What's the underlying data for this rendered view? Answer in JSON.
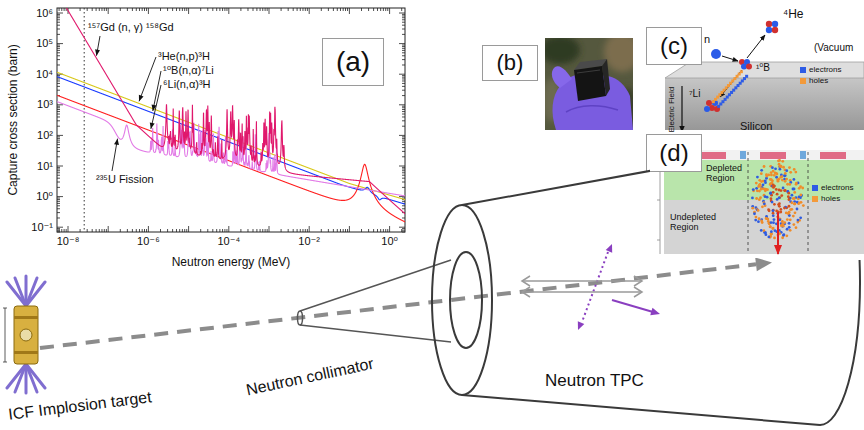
{
  "diagram": {
    "nodes": [
      {
        "text": [
          "(a)"
        ]
      },
      {
        "text": [
          "(b)"
        ]
      },
      {
        "text": [
          "(c)"
        ]
      },
      {
        "text": [
          "(d)"
        ]
      },
      {
        "text": [
          "Neutron TPC"
        ]
      }
    ],
    "labels": [
      "Capture cross section (barn)",
      "10⁶",
      "10⁵",
      "10⁴",
      "10³",
      "10²",
      "10¹",
      "10⁰",
      "10⁻¹",
      "10⁻⁸",
      "10⁻⁶",
      "10⁻⁴",
      "10⁻²",
      "10⁰",
      "Neutron energy (MeV)",
      "¹⁵⁷Gd (n, γ) ¹⁵⁸Gd",
      "³He(n,p)³H",
      "¹⁰B(n,α)⁷Li",
      "⁶Li(n,α)³H",
      "²³⁵U Fission",
      "⁴He",
      "n",
      "¹⁰B",
      "(Vacuum",
      "⁷Li",
      "Electric Field",
      "Silicon",
      "Depleted Region",
      "Undepleted Region",
      "Neutron collimator",
      "ICF Implosion target"
    ],
    "legend": [
      {
        "text": "electrons",
        "color": "#2e5ce6"
      },
      {
        "text": "holes",
        "color": "#f39a3a"
      },
      {
        "text": "electrons",
        "color": "#2e5ce6"
      },
      {
        "text": "holes",
        "color": "#f39a3a"
      }
    ]
  }
}
